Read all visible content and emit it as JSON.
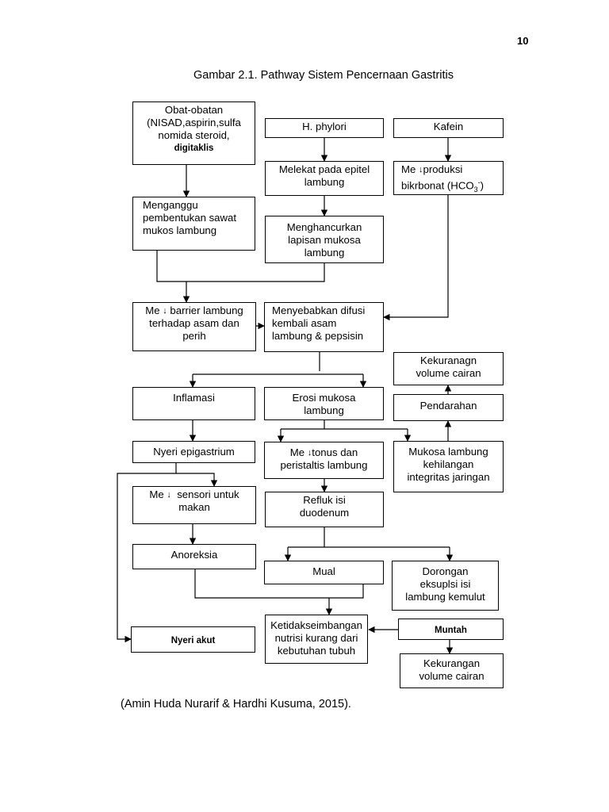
{
  "page_number": "10",
  "caption": "Gambar 2.1. Pathway Sistem Pencernaan Gastritis",
  "citation": "(Amin Huda Nurarif & Hardhi Kusuma,  2015).",
  "down_arrow": "↓",
  "nodes": {
    "obat": {
      "line1": "Obat-obatan",
      "line2": "(NISAD,aspirin,sulfa",
      "line3": "nomida steroid,",
      "line4": "digitaklis"
    },
    "hphylori": {
      "text": "H. phylori"
    },
    "kafein": {
      "text": "Kafein"
    },
    "melekat": {
      "line1": "Melekat pada epitel",
      "line2": "lambung"
    },
    "produksi": {
      "prefix": "Me",
      "line1_rest": "produksi",
      "line2_a": "bikrbonat  (HCO",
      "sub": "3",
      "sup": "-",
      "line2_b": ")"
    },
    "mengganggu": {
      "line1": "Menganggu",
      "line2": "pembentukan sawat",
      "line3": "mukos lambung"
    },
    "menghancurkan": {
      "line1": "Menghancurkan",
      "line2": "lapisan mukosa",
      "line3": "lambung"
    },
    "barrier": {
      "prefix": "Me",
      "line1_rest": "barrier lambung",
      "line2": "terhadap asam dan",
      "line3": "perih"
    },
    "difusi": {
      "line1": "Menyebabkan difusi",
      "line2": "kembali asam",
      "line3": "lambung & pepsisin"
    },
    "kekurangan1": {
      "line1": "Kekuranagn",
      "line2": "volume cairan"
    },
    "inflamasi": {
      "text": "Inflamasi"
    },
    "erosi": {
      "line1": "Erosi mukosa",
      "line2": "lambung"
    },
    "pendarahan": {
      "text": "Pendarahan"
    },
    "nyeri_epi": {
      "text": "Nyeri epigastrium"
    },
    "tonus": {
      "prefix": "Me",
      "line1_rest": "tonus dan",
      "line2": "peristaltis lambung"
    },
    "mukosa_hilang": {
      "line1": "Mukosa lambung",
      "line2": "kehilangan",
      "line3": "integritas jaringan"
    },
    "sensori": {
      "prefix": "Me",
      "line1_rest": "sensori untuk",
      "line2": "makan"
    },
    "refluk": {
      "line1": "Refluk isi",
      "line2": "duodenum"
    },
    "anoreksia": {
      "text": "Anoreksia"
    },
    "mual": {
      "text": "Mual"
    },
    "dorongan": {
      "line1": "Dorongan",
      "line2": "eksuplsi isi",
      "line3": "lambung kemulut"
    },
    "nyeri_akut": {
      "text": "Nyeri akut"
    },
    "ketidak": {
      "line1": "Ketidakseimbangan",
      "line2": "nutrisi kurang dari",
      "line3": "kebutuhan tubuh"
    },
    "muntah": {
      "text": "Muntah"
    },
    "kekurangan2": {
      "line1": "Kekurangan",
      "line2": "volume cairan"
    }
  }
}
